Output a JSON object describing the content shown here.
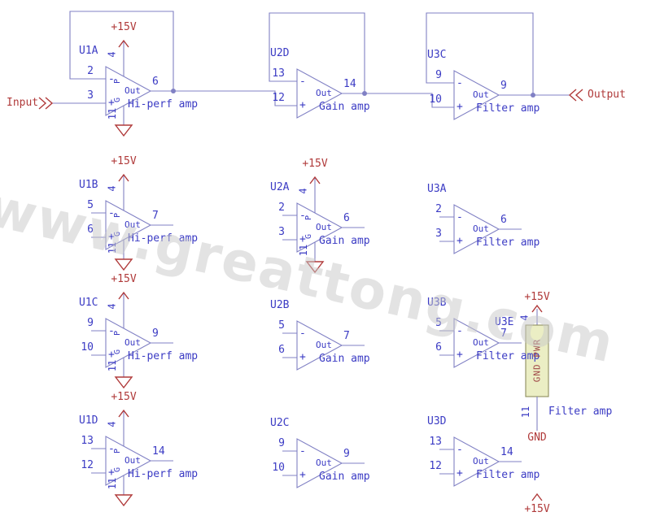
{
  "ports": {
    "input": "Input",
    "output": "Output"
  },
  "symbols": {
    "minus": "-",
    "plus": "+",
    "out_text": "Out",
    "pwr_letter": "P",
    "gnd_letter": "G"
  },
  "power": {
    "vcc_label": "+15V",
    "gnd_label": "GND"
  },
  "watermark": "www.greattong.com",
  "opamps": [
    {
      "name": "U1A",
      "inv_pin": "2",
      "noninv_pin": "3",
      "out_pin": "6",
      "vcc_pin": "4",
      "gnd_pin": "11",
      "type_label": "Hi-perf amp",
      "has_power": true
    },
    {
      "name": "U2D",
      "inv_pin": "13",
      "noninv_pin": "12",
      "out_pin": "14",
      "type_label": "Gain amp",
      "has_power": false
    },
    {
      "name": "U3C",
      "inv_pin": "9",
      "noninv_pin": "10",
      "out_pin": "9",
      "type_label": "Filter amp",
      "has_power": false
    },
    {
      "name": "U1B",
      "inv_pin": "5",
      "noninv_pin": "6",
      "out_pin": "7",
      "vcc_pin": "4",
      "gnd_pin": "11",
      "type_label": "Hi-perf amp",
      "has_power": true
    },
    {
      "name": "U2A",
      "inv_pin": "2",
      "noninv_pin": "3",
      "out_pin": "6",
      "vcc_pin": "4",
      "gnd_pin": "11",
      "type_label": "Gain amp",
      "has_power": true
    },
    {
      "name": "U3A",
      "inv_pin": "2",
      "noninv_pin": "3",
      "out_pin": "6",
      "type_label": "Filter amp",
      "has_power": false
    },
    {
      "name": "U1C",
      "inv_pin": "9",
      "noninv_pin": "10",
      "out_pin": "9",
      "vcc_pin": "4",
      "gnd_pin": "11",
      "type_label": "Hi-perf amp",
      "has_power": true
    },
    {
      "name": "U2B",
      "inv_pin": "5",
      "noninv_pin": "6",
      "out_pin": "7",
      "type_label": "Gain amp",
      "has_power": false
    },
    {
      "name": "U3B",
      "inv_pin": "5",
      "noninv_pin": "6",
      "out_pin": "7",
      "type_label": "Filter amp",
      "has_power": false
    },
    {
      "name": "U1D",
      "inv_pin": "13",
      "noninv_pin": "12",
      "out_pin": "14",
      "vcc_pin": "4",
      "gnd_pin": "11",
      "type_label": "Hi-perf amp",
      "has_power": true
    },
    {
      "name": "U2C",
      "inv_pin": "9",
      "noninv_pin": "10",
      "out_pin": "9",
      "type_label": "Gain amp",
      "has_power": false
    },
    {
      "name": "U3D",
      "inv_pin": "13",
      "noninv_pin": "12",
      "out_pin": "14",
      "type_label": "Filter amp",
      "has_power": false
    }
  ],
  "power_block": {
    "name": "U3E",
    "vcc_label": "+15V",
    "vcc_pin": "4",
    "body_text": "GND PWR",
    "gnd_pin": "11",
    "type_label": "Filter amp",
    "gnd_label": "GND"
  },
  "extra_power_label": "+15V",
  "colors": {
    "wire": "#8080c4",
    "text_blue": "#3b3bc4",
    "red": "#b03a3a",
    "box_fill": "#ebeec4"
  }
}
